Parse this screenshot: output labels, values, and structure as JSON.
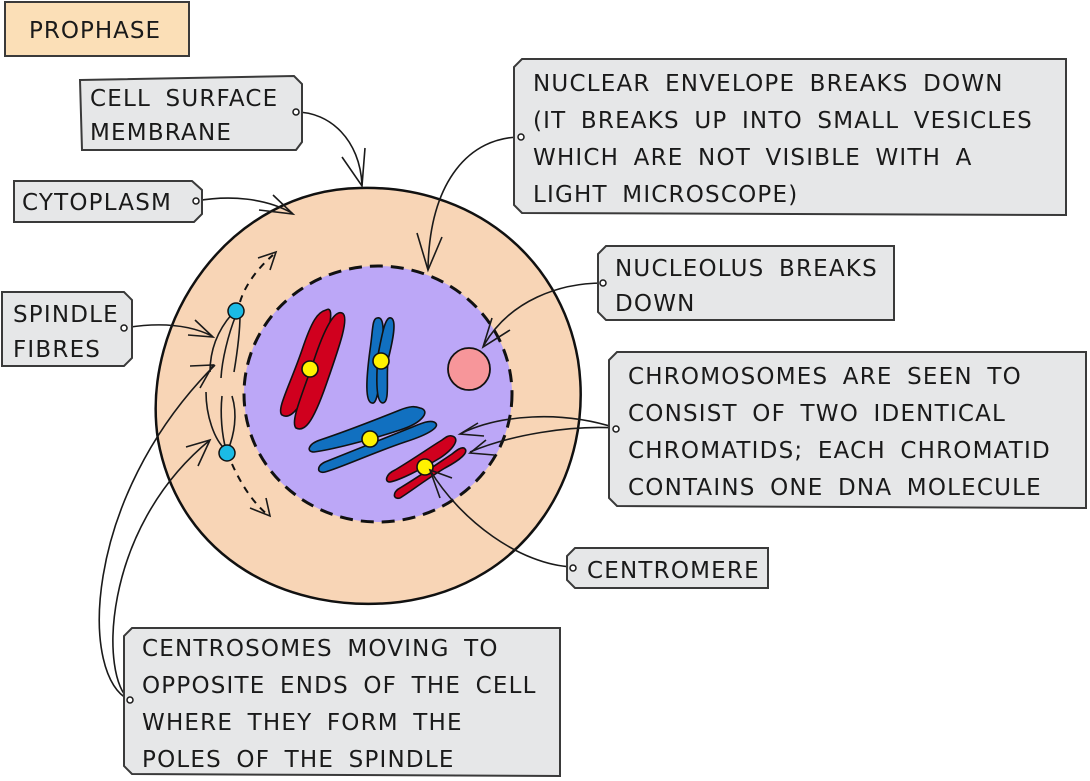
{
  "title": "PROPHASE",
  "labels": {
    "cell_surface_membrane": [
      "CELL  SURFACE",
      "MEMBRANE"
    ],
    "cytoplasm": [
      "CYTOPLASM"
    ],
    "spindle_fibres": [
      "SPINDLE",
      "FIBRES"
    ],
    "nuclear_envelope": [
      "NUCLEAR  ENVELOPE  BREAKS  DOWN",
      "(IT  BREAKS  UP  INTO  SMALL  VESICLES",
      "WHICH  ARE  NOT  VISIBLE  WITH  A",
      "LIGHT  MICROSCOPE)"
    ],
    "nucleolus": [
      "NUCLEOLUS  BREAKS",
      "DOWN"
    ],
    "chromosomes": [
      "CHROMOSOMES  ARE  SEEN  TO",
      "CONSIST  OF  TWO  IDENTICAL",
      "CHROMATIDS;  EACH  CHROMATID",
      "CONTAINS  ONE  DNA  MOLECULE"
    ],
    "centromere": [
      "CENTROMERE"
    ],
    "centrosomes": [
      "CENTROSOMES  MOVING  TO",
      "OPPOSITE  ENDS  OF THE CELL",
      "WHERE  THEY  FORM  THE",
      "POLES  OF  THE  SPINDLE"
    ]
  },
  "colors": {
    "cytoplasm": "#f8d5b6",
    "nucleus": "#bca7f7",
    "nucleolus": "#f7969a",
    "chromosome_red": "#d0001e",
    "chromosome_blue": "#1170c0",
    "centromere": "#fff200",
    "centrosome": "#1bbbe5",
    "label_box": "#e6e7e8",
    "title_box": "#fbdfb7"
  }
}
